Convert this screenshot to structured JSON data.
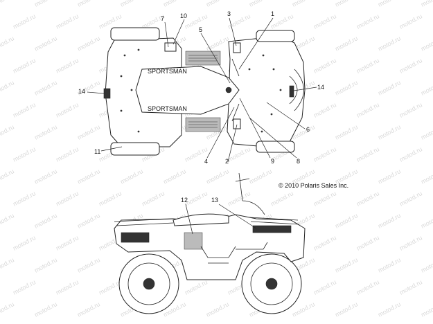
{
  "watermark": {
    "text": "motod.ru"
  },
  "copyright": "© 2010 Polaris Sales Inc.",
  "decal_text": "SPORTSMAN",
  "callouts": [
    {
      "id": "c1",
      "label": "1"
    },
    {
      "id": "c2",
      "label": "2"
    },
    {
      "id": "c3",
      "label": "3"
    },
    {
      "id": "c4",
      "label": "4"
    },
    {
      "id": "c5",
      "label": "5"
    },
    {
      "id": "c6",
      "label": "6"
    },
    {
      "id": "c7",
      "label": "7"
    },
    {
      "id": "c8",
      "label": "8"
    },
    {
      "id": "c9",
      "label": "9"
    },
    {
      "id": "c10",
      "label": "10"
    },
    {
      "id": "c11",
      "label": "11"
    },
    {
      "id": "c12",
      "label": "12"
    },
    {
      "id": "c13",
      "label": "13"
    },
    {
      "id": "c14a",
      "label": "14"
    },
    {
      "id": "c14b",
      "label": "14"
    }
  ]
}
